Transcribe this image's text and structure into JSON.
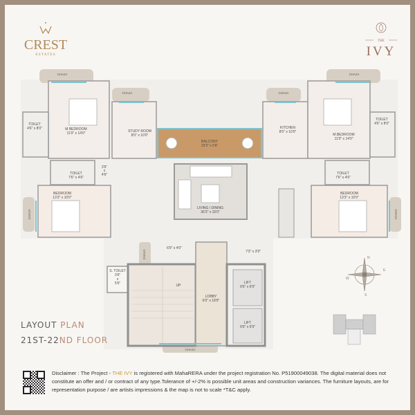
{
  "branding": {
    "developer_logo": {
      "name": "CREST",
      "sub": "ESTATES",
      "color": "#b08a5a"
    },
    "project_logo": {
      "prefix": "THE",
      "name": "IVY",
      "color": "#9b6f5e"
    }
  },
  "plan": {
    "chaja": "CHAJA",
    "rooms": {
      "toilet_left": {
        "name": "TOILET",
        "size": "4'6\" x 8'0\""
      },
      "m_bedroom_left": {
        "name": "M BEDROOM",
        "size": "11'0\" x 14'0\""
      },
      "study": {
        "name": "STUDY ROOM",
        "size": "8'0\" x 10'0\""
      },
      "balcony": {
        "name": "BALCONY",
        "size": "19'3\" x 5'6\""
      },
      "kitchen": {
        "name": "KITCHEN",
        "size": "8'0\" x 10'0\""
      },
      "m_bedroom_right": {
        "name": "M.BEDROOM",
        "size": "11'0\" x 14'0\""
      },
      "toilet_right": {
        "name": "TOILET",
        "size": "4'6\" x 8'0\""
      },
      "toilet_left_2": {
        "name": "TOILET",
        "size": "7'6\" x 4'6\""
      },
      "toilet_right_2": {
        "name": "TOILET",
        "size": "7'6\" x 4'6\""
      },
      "passage": {
        "line1": "3'6\"",
        "line2": "x",
        "line3": "4'6\""
      },
      "bedroom_left": {
        "name": "BEDROOM",
        "size": "13'3\" x 10'0\""
      },
      "bedroom_right": {
        "name": "BEDROOM",
        "size": "13'3\" x 10'0\""
      },
      "living": {
        "name": "LIVING / DINING",
        "size": "36'3\" x 15'0\""
      },
      "foyer_left": {
        "size": "6'9\" x 4'0\""
      },
      "foyer_right": {
        "size": "7'3\" x 3'9\""
      },
      "s_toilet": {
        "name": "S. TOILET",
        "line1": "3'6\"",
        "line2": "x",
        "line3": "5'6\""
      },
      "stair": {
        "name": "UP"
      },
      "lobby": {
        "name": "LOBBY",
        "size": "6'0\" x 18'9\""
      },
      "lift1": {
        "name": "LIFT",
        "size": "6'6\" x 6'9\""
      },
      "lift2": {
        "name": "LIFT",
        "size": "6'6\" x 6'9\""
      }
    },
    "compass": {
      "n": "N",
      "e": "E",
      "s": "S",
      "w": "W"
    },
    "colors": {
      "wall": "#8f8f8f",
      "glass": "#7fc3cf",
      "wood": "#c99a68",
      "chaja": "#d8cfc4"
    }
  },
  "heading": {
    "line1_a": "LAYOUT ",
    "line1_b": "PLAN",
    "line2_a": "21ST-22",
    "line2_b": "ND FLOOR"
  },
  "disclaimer": {
    "prefix": "Disclaimer : The Project - ",
    "project": "THE IVY",
    "text": " is registered with MahaRERA under the project registration No. P51900049038. The digital material does not constitute an offer and / or contract of any type.Tolerance of +/-2% is possible unit areas and construction variances. The furniture layouts, are for representation purpose / are artists impressions & the map is not to scale  *T&C apply."
  }
}
